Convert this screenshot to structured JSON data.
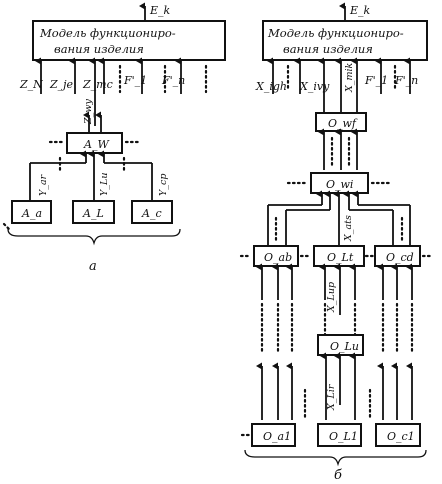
{
  "diagram_a": {
    "model_line1": "Модель функциониро-",
    "model_line2": "вания изделия",
    "output": "E_k",
    "inputs": {
      "zn": "Z_N",
      "zje": "Z_je",
      "zmc": "Z_mc",
      "f1": "F'_1",
      "fn": "F'_n",
      "zwy": "Z_wy"
    },
    "aw": "A_W",
    "conn": {
      "yar": "Y_ar",
      "ylu": "Y_Lu",
      "ycp": "Y_cp"
    },
    "leaves": [
      "A_a",
      "A_L",
      "A_c"
    ],
    "caption": "а"
  },
  "diagram_b": {
    "model_line1": "Модель функциониро-",
    "model_line2": "вания изделия",
    "output": "E_k",
    "inputs": {
      "xigh": "X_igh",
      "xivy": "X_ivy",
      "xmik": "X_mik",
      "f1": "F'_1",
      "fn": "F'_n"
    },
    "owf": "O_wf",
    "owi": "O_wi",
    "xats": "X_ats",
    "level3": [
      "O_ab",
      "O_Lt",
      "O_cd"
    ],
    "xlup": "X_Lup",
    "olu": "O_Lu",
    "xlir": "X_Lir",
    "leaves": [
      "O_a1",
      "O_L1",
      "O_c1"
    ],
    "caption": "б"
  }
}
